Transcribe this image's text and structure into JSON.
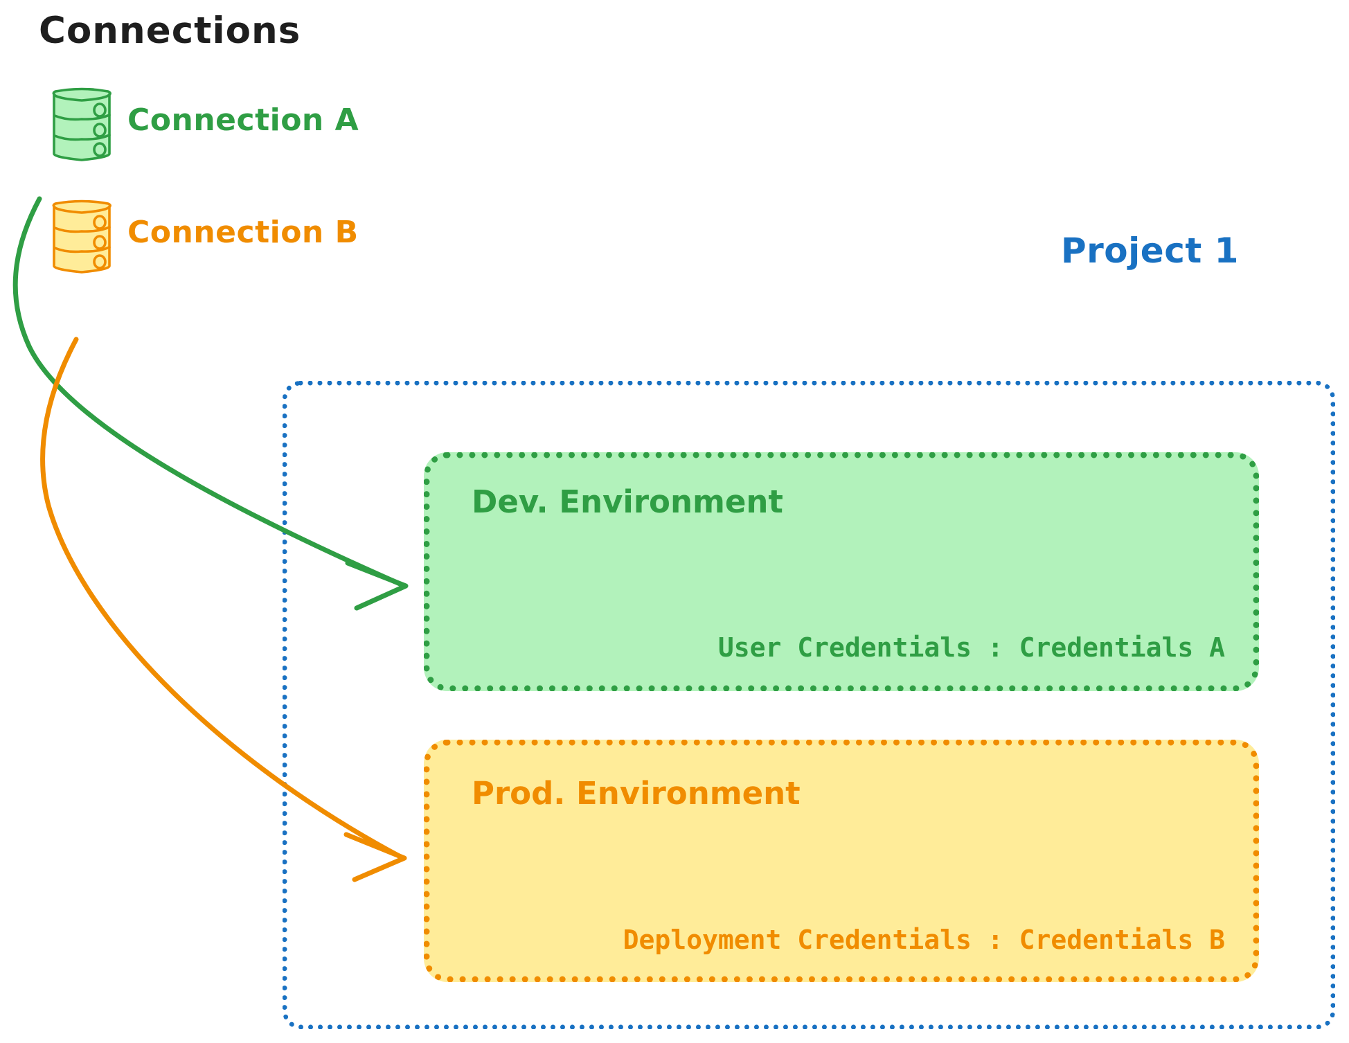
{
  "diagram": {
    "background_color": "#ffffff",
    "title": "Connections"
  },
  "connections_panel": {
    "heading": "Connections",
    "heading_color": "#1e1e1e",
    "items": [
      {
        "icon": "database-cylinder-icon",
        "label": "Connection A",
        "color": "#2f9e44",
        "fill": "#b2f2bb",
        "targets": "Dev. Environment"
      },
      {
        "icon": "database-cylinder-icon",
        "label": "Connection B",
        "color": "#f08c00",
        "fill": "#ffec99",
        "targets": "Prod. Environment"
      }
    ]
  },
  "project": {
    "title": "Project 1",
    "title_color": "#1971c2",
    "border_color": "#1971c2",
    "border_style": "dotted",
    "environments": [
      {
        "name": "dev",
        "title": "Dev. Environment",
        "credentials_label": "User Credentials : Credentials A",
        "accent_color": "#2f9e44",
        "fill_color": "#b2f2bb"
      },
      {
        "name": "prod",
        "title": "Prod. Environment",
        "credentials_label": "Deployment Credentials : Credentials B",
        "accent_color": "#f08c00",
        "fill_color": "#ffec99"
      }
    ]
  },
  "arrows": [
    {
      "name": "arrow-connection-a-to-dev",
      "from": "Connection A",
      "to": "Dev. Environment",
      "color": "#2f9e44"
    },
    {
      "name": "arrow-connection-b-to-prod",
      "from": "Connection B",
      "to": "Prod. Environment",
      "color": "#f08c00"
    }
  ]
}
